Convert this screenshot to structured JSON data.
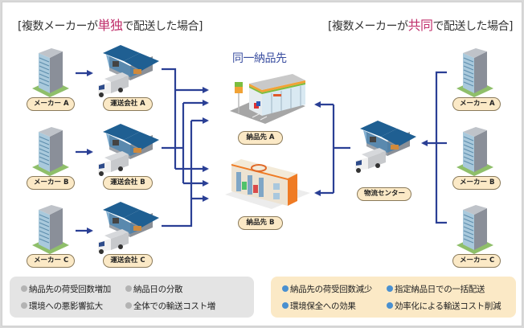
{
  "left_heading": {
    "prefix": "[複数メーカーが",
    "accent": "単独",
    "suffix": "で配送した場合]"
  },
  "right_heading": {
    "prefix": "[複数メーカーが",
    "accent": "共同",
    "suffix": "で配送した場合]"
  },
  "center_title": "同一納品先",
  "left_makers": [
    "メーカー A",
    "メーカー B",
    "メーカー C"
  ],
  "carriers": [
    "運送会社 A",
    "運送会社 B",
    "運送会社 C"
  ],
  "destinations": [
    "納品先 A",
    "納品先 B"
  ],
  "logistics_center": "物流センター",
  "right_makers": [
    "メーカー A",
    "メーカー B",
    "メーカー C"
  ],
  "demerits": {
    "bullet_color": "#b3b3b3",
    "items": [
      "納品先の荷受回数増加",
      "納品日の分散",
      "環境への悪影響拡大",
      "全体での輸送コスト増"
    ]
  },
  "merits": {
    "bullet_color": "#4a90d0",
    "items": [
      "納品先の荷受回数減少",
      "指定納品日での一括配送",
      "環境保全への効果",
      "効率化による輸送コスト削減"
    ]
  },
  "colors": {
    "accent": "#c0306c",
    "line": "#2a3f95",
    "title": "#3a4ea0",
    "pill_bg": "#fbe9c6"
  }
}
